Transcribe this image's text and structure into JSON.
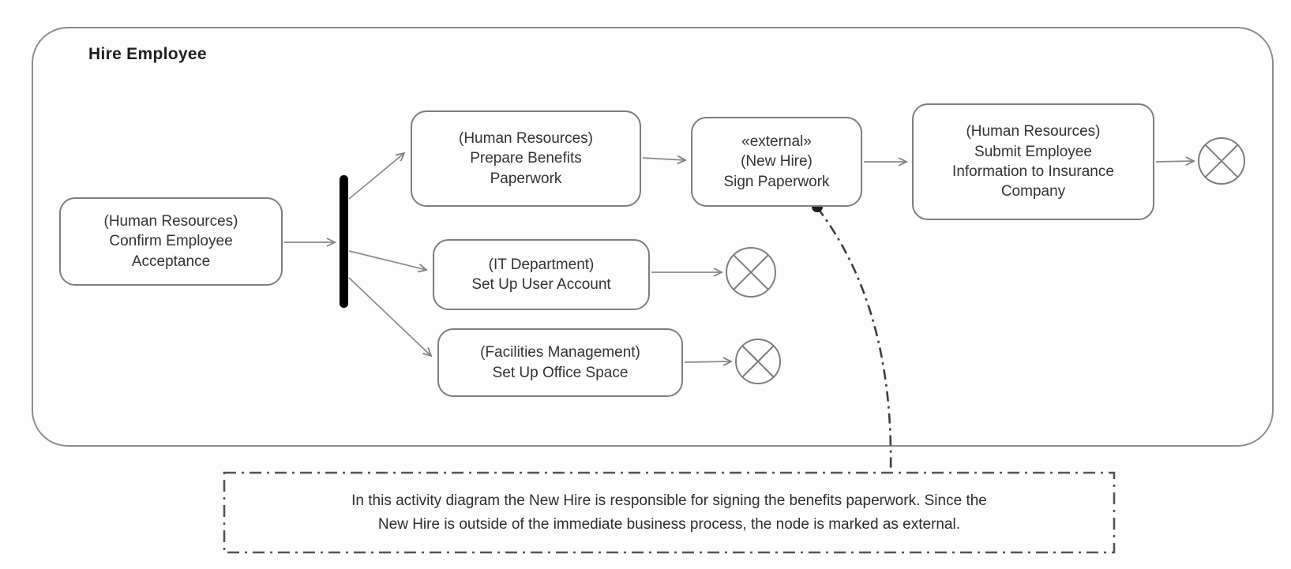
{
  "diagram": {
    "title": "Hire Employee",
    "type": "uml-activity-diagram",
    "nodes": [
      {
        "id": "confirm-acceptance",
        "label": "(Human Resources)\nConfirm Employee\nAcceptance"
      },
      {
        "id": "prepare-benefits",
        "label": "(Human Resources)\nPrepare Benefits\nPaperwork"
      },
      {
        "id": "sign-paperwork",
        "stereotype": "«external»",
        "label": "«external»\n(New Hire)\nSign Paperwork"
      },
      {
        "id": "submit-insurance-info",
        "label": "(Human Resources)\nSubmit Employee\nInformation to Insurance\nCompany"
      },
      {
        "id": "setup-user-account",
        "label": "(IT Department)\nSet Up User Account"
      },
      {
        "id": "setup-office-space",
        "label": "(Facilities Management)\nSet Up Office Space"
      }
    ],
    "control_nodes": [
      {
        "id": "fork",
        "kind": "fork-bar"
      },
      {
        "id": "flow-final-1",
        "kind": "flow-final"
      },
      {
        "id": "flow-final-2",
        "kind": "flow-final"
      },
      {
        "id": "flow-final-3",
        "kind": "flow-final"
      }
    ],
    "flows": [
      "confirm-acceptance -> fork",
      "fork -> prepare-benefits",
      "fork -> setup-user-account",
      "fork -> setup-office-space",
      "prepare-benefits -> sign-paperwork",
      "sign-paperwork -> submit-insurance-info",
      "submit-insurance-info -> flow-final-1",
      "setup-user-account -> flow-final-2",
      "setup-office-space -> flow-final-3",
      "sign-paperwork .. note (anchor)"
    ],
    "note": "In this activity diagram the New Hire is responsible for signing the benefits paperwork. Since the\nNew Hire is outside of the immediate business process, the node is marked as external.",
    "colors": {
      "stroke": "#7e7e7e",
      "frame_stroke": "#8d8d8d",
      "text": "#333333",
      "fork_bar": "#000000",
      "note_stroke": "#555555",
      "background": "#fdfdfd"
    }
  }
}
